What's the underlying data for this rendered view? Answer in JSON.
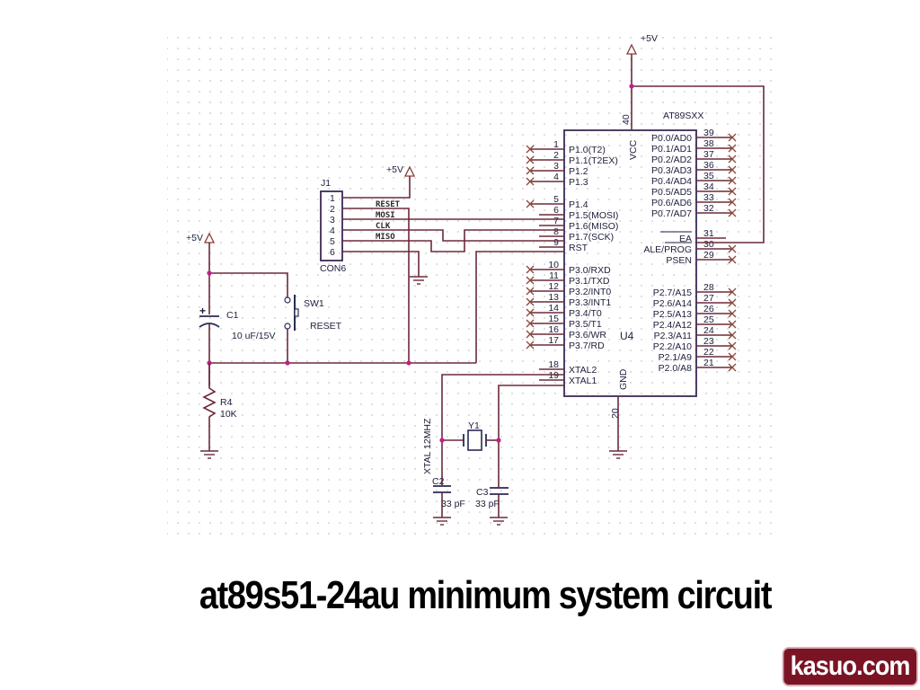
{
  "title": "at89s51-24au minimum system circuit",
  "brand": "kasuo.com",
  "colors": {
    "wire": "#6b2a3a",
    "chip_outline": "#3a2a55",
    "junction": "#c0208a",
    "brand_bg": "#7a1424",
    "grid_dot": "#c8c8c8"
  },
  "schematic": {
    "chip": {
      "ref": "U4",
      "part": "AT89SXX",
      "vcc_label": "VCC",
      "gnd_label": "GND",
      "vcc_pin": "40",
      "gnd_pin": "20",
      "left_pins": [
        {
          "num": "1",
          "name": "P1.0(T2)",
          "nc": true
        },
        {
          "num": "2",
          "name": "P1.1(T2EX)",
          "nc": true
        },
        {
          "num": "3",
          "name": "P1.2",
          "nc": true
        },
        {
          "num": "4",
          "name": "P1.3",
          "nc": true
        },
        {
          "num": "5",
          "name": "P1.4",
          "nc": true
        },
        {
          "num": "6",
          "name": "P1.5(MOSI)",
          "nc": false
        },
        {
          "num": "7",
          "name": "P1.6(MISO)",
          "nc": false
        },
        {
          "num": "8",
          "name": "P1.7(SCK)",
          "nc": false
        },
        {
          "num": "9",
          "name": "RST",
          "nc": false
        },
        {
          "num": "10",
          "name": "P3.0/RXD",
          "nc": true
        },
        {
          "num": "11",
          "name": "P3.1/TXD",
          "nc": true
        },
        {
          "num": "12",
          "name": "P3.2/INT0",
          "nc": true
        },
        {
          "num": "13",
          "name": "P3.3/INT1",
          "nc": true
        },
        {
          "num": "14",
          "name": "P3.4/T0",
          "nc": true
        },
        {
          "num": "15",
          "name": "P3.5/T1",
          "nc": true
        },
        {
          "num": "16",
          "name": "P3.6/WR",
          "nc": true
        },
        {
          "num": "17",
          "name": "P3.7/RD",
          "nc": true
        },
        {
          "num": "18",
          "name": "XTAL2",
          "nc": false
        },
        {
          "num": "19",
          "name": "XTAL1",
          "nc": false
        }
      ],
      "right_pins": [
        {
          "num": "39",
          "name": "P0.0/AD0",
          "nc": true
        },
        {
          "num": "38",
          "name": "P0.1/AD1",
          "nc": true
        },
        {
          "num": "37",
          "name": "P0.2/AD2",
          "nc": true
        },
        {
          "num": "36",
          "name": "P0.3/AD3",
          "nc": true
        },
        {
          "num": "35",
          "name": "P0.4/AD4",
          "nc": true
        },
        {
          "num": "34",
          "name": "P0.5/AD5",
          "nc": true
        },
        {
          "num": "33",
          "name": "P0.6/AD6",
          "nc": true
        },
        {
          "num": "32",
          "name": "P0.7/AD7",
          "nc": true
        },
        {
          "num": "31",
          "name": "EA",
          "nc": false
        },
        {
          "num": "30",
          "name": "ALE/PROG",
          "nc": true
        },
        {
          "num": "29",
          "name": "PSEN",
          "nc": true
        },
        {
          "num": "28",
          "name": "P2.7/A15",
          "nc": true
        },
        {
          "num": "27",
          "name": "P2.6/A14",
          "nc": true
        },
        {
          "num": "26",
          "name": "P2.5/A13",
          "nc": true
        },
        {
          "num": "25",
          "name": "P2.4/A12",
          "nc": true
        },
        {
          "num": "24",
          "name": "P2.3/A11",
          "nc": true
        },
        {
          "num": "23",
          "name": "P2.2/A10",
          "nc": true
        },
        {
          "num": "22",
          "name": "P2.1/A9",
          "nc": true
        },
        {
          "num": "21",
          "name": "P2.0/A8",
          "nc": true
        }
      ]
    },
    "connector": {
      "ref": "J1",
      "part": "CON6",
      "pins": [
        "1",
        "2",
        "3",
        "4",
        "5",
        "6"
      ],
      "nets": [
        "RESET",
        "MOSI",
        "CLK",
        "MISO"
      ]
    },
    "power": {
      "vcc_label": "+5V"
    },
    "reset": {
      "cap_ref": "C1",
      "cap_value": "10 uF/15V",
      "switch_ref": "SW1",
      "switch_label": "RESET",
      "res_ref": "R4",
      "res_value": "10K"
    },
    "oscillator": {
      "crystal_ref": "Y1",
      "crystal_label": "XTAL 12MHZ",
      "c2_ref": "C2",
      "c2_value": "33 pF",
      "c3_ref": "C3",
      "c3_value": "33 pF"
    }
  }
}
